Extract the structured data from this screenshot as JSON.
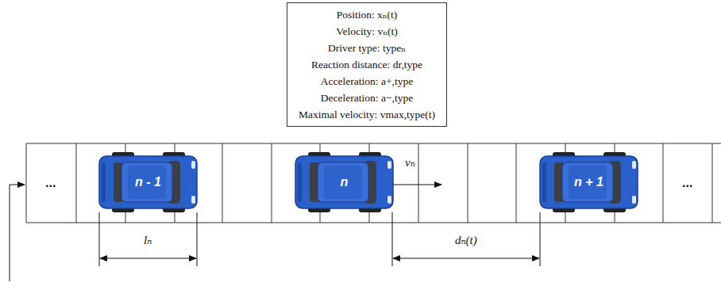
{
  "diagram": {
    "nodes": [
      {
        "text": [
          "Position: xₙ(t)",
          "Velocity: vₙ(t)",
          "Driver type: typeₙ",
          "Reaction distance: dr,type",
          "Acceleration: a+,type",
          "Deceleration: a−,type",
          "Maximal velocity: vmax,type(t)"
        ]
      },
      {
        "text": [
          "n - 1"
        ]
      },
      {
        "text": [
          "n"
        ]
      },
      {
        "text": [
          "n + 1"
        ]
      }
    ],
    "labels": [
      "...",
      "...",
      "vₙ",
      "lₙ",
      "dₙ(t)"
    ]
  }
}
